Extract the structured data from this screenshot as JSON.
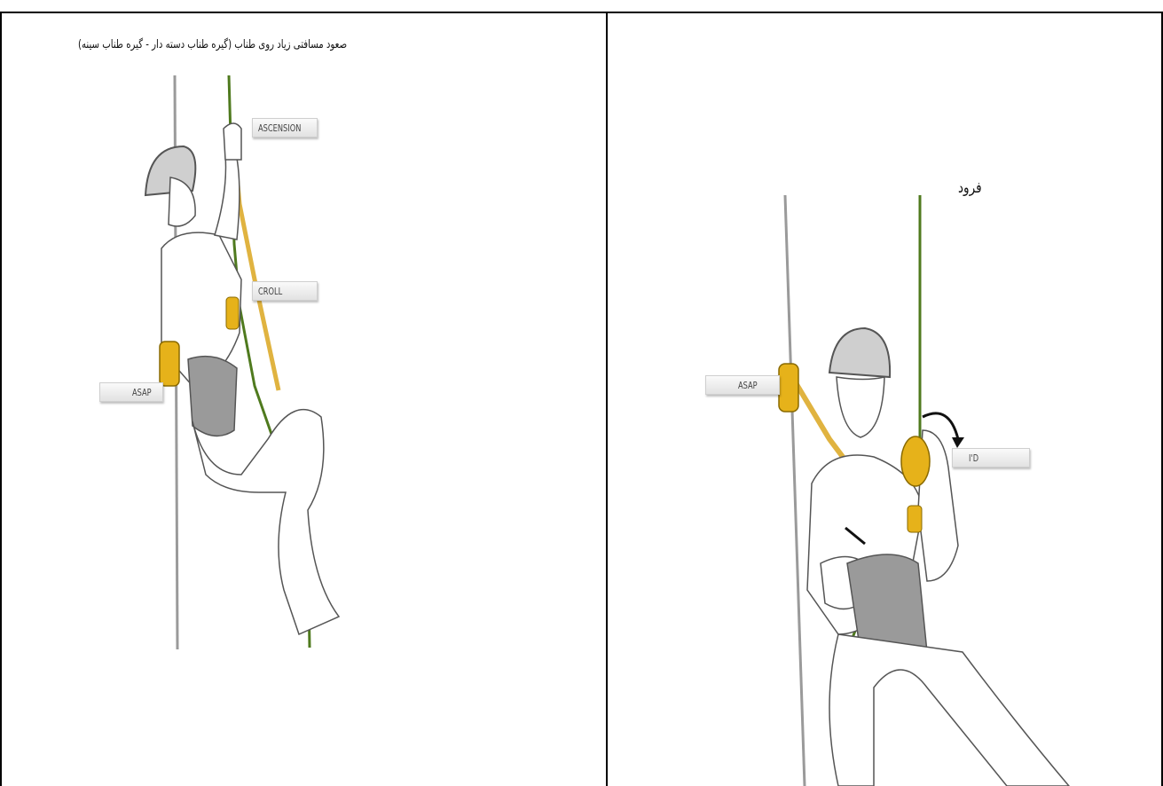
{
  "left_panel": {
    "caption": "صعود مسافتی زیاد روی طناب (گیره طناب دسته دار - گیره طناب سینه)",
    "labels": {
      "ascension": "ASCENSION",
      "croll": "CROLL",
      "asap": "ASAP"
    }
  },
  "right_panel": {
    "caption": "فرود",
    "labels": {
      "asap": "ASAP",
      "id": "I'D"
    }
  },
  "colors": {
    "rope_green": "#4f7a1e",
    "device_yellow": "#e6b21a",
    "rope_gray": "#9a9a9a",
    "lanyard_yellow": "#e0b340",
    "harness_gray": "#8a8a8a"
  }
}
